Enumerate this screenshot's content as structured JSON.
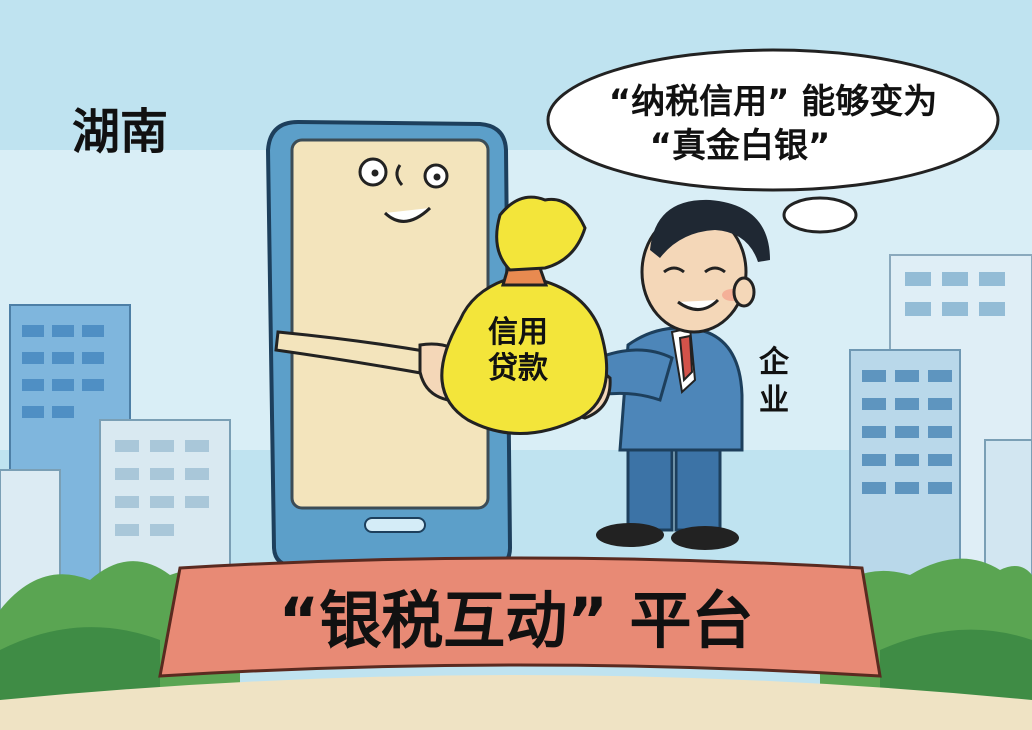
{
  "region_label": "湖南",
  "speech_bubble": {
    "line1": "“纳税信用” 能够变为",
    "line2": "“真金白银”"
  },
  "money_bag": {
    "line1": "信用",
    "line2": "贷款"
  },
  "person_label_top": "企",
  "person_label_bottom": "业",
  "platform_banner": "“银税互动” 平台",
  "colors": {
    "sky": "#bfe3f0",
    "phone_body": "#5c9fc9",
    "phone_screen": "#f3e4bc",
    "bag": "#f3e53a",
    "suit": "#4d86b9",
    "banner": "#e88a75",
    "grass": "#5aa552"
  }
}
